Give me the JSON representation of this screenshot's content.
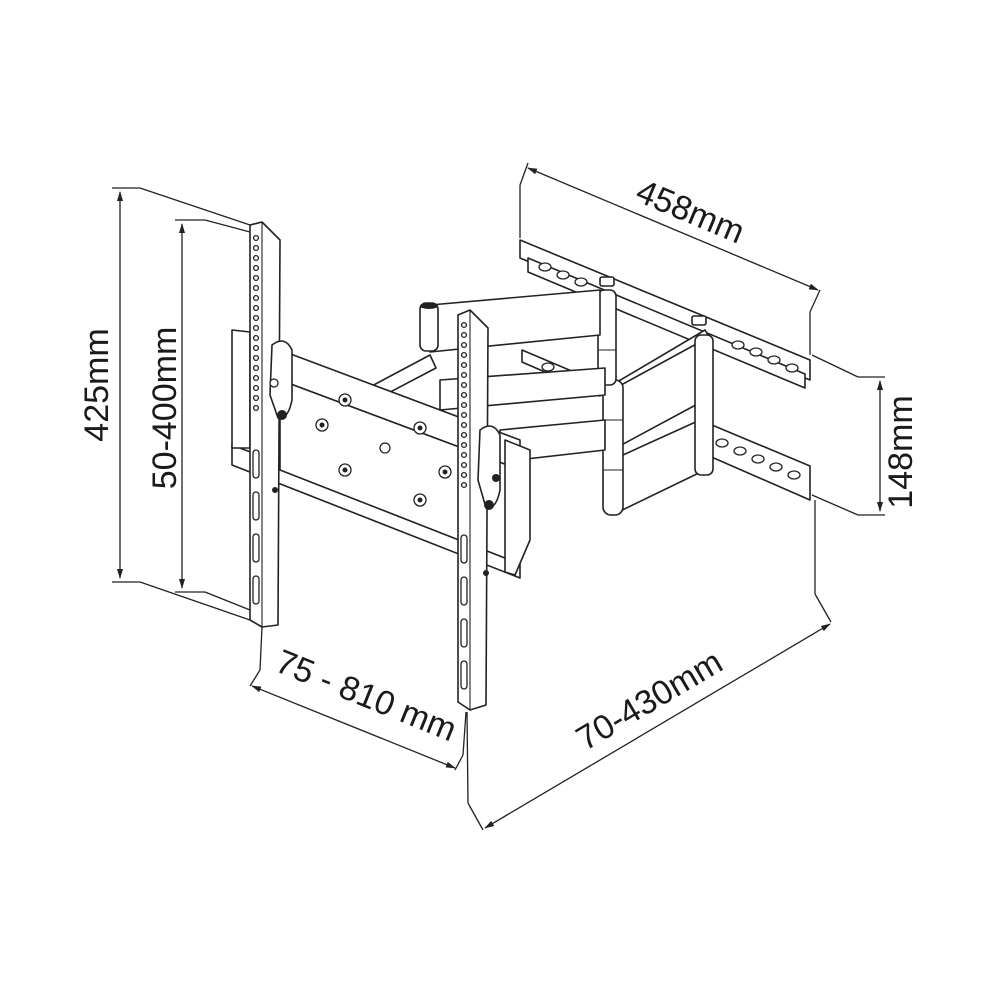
{
  "diagram": {
    "subject": "Full-motion articulating TV wall mount bracket",
    "line_color": "#222222",
    "background": "#ffffff",
    "dimensions": {
      "overall_height": "425mm",
      "vesa_vertical": "50-400mm",
      "vesa_horizontal": "75 - 810 mm",
      "wall_plate_width": "458mm",
      "wall_plate_height": "148mm",
      "extension": "70-430mm"
    },
    "components": [
      "left-tv-arm",
      "right-tv-arm",
      "tv-adapter-plate",
      "articulating-arms",
      "pivot-hinges",
      "wall-plate-top-rail",
      "wall-plate-bottom-rail"
    ]
  }
}
